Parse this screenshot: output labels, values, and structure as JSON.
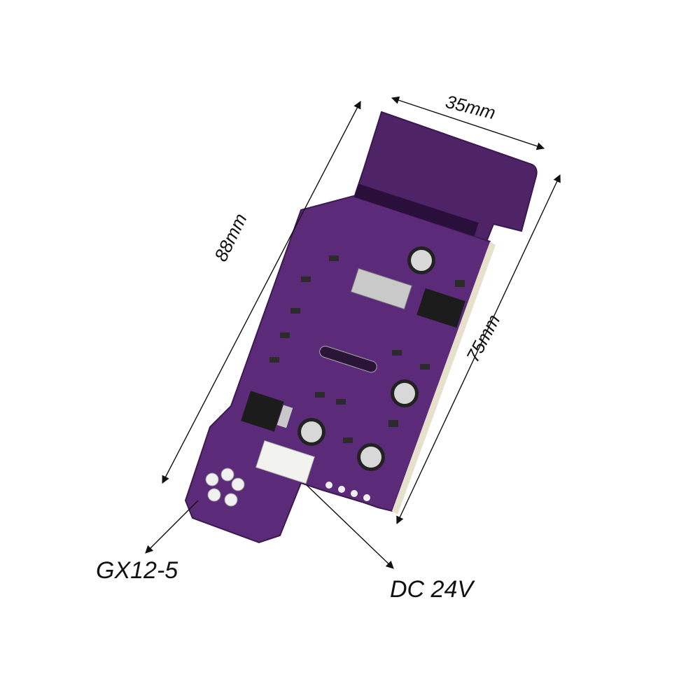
{
  "dimensions": {
    "width": "35mm",
    "height": "88mm",
    "length": "75mm"
  },
  "connectors": {
    "sensor": "GX12-5",
    "power": "DC 24V"
  },
  "colors": {
    "pcb": "#5b2a78",
    "pcb_dark": "#3d1a52",
    "silkscreen": "#e9e4ee",
    "background": "#ffffff"
  }
}
